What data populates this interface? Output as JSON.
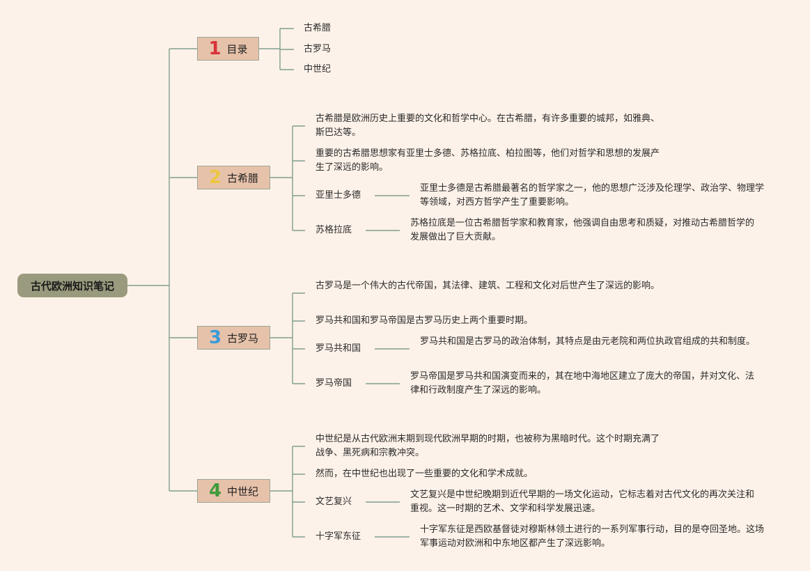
{
  "root": {
    "title": "古代欧洲知识笔记"
  },
  "colors": {
    "line": "#7f9e90",
    "num1": "#d8323a",
    "num2": "#ecc640",
    "num3": "#3a9bd8",
    "num4": "#3e9a3a"
  },
  "sections": {
    "toc": {
      "num": "1",
      "label": "目录",
      "items": [
        "古希腊",
        "古罗马",
        "中世纪"
      ]
    },
    "greece": {
      "num": "2",
      "label": "古希腊",
      "paras": [
        "古希腊是欧洲历史上重要的文化和哲学中心。在古希腊，有许多重要的城邦，如雅典、斯巴达等。",
        "重要的古希腊思想家有亚里士多德、苏格拉底、柏拉图等，他们对哲学和思想的发展产生了深远的影响。"
      ],
      "subs": [
        {
          "label": "亚里士多德",
          "desc": "亚里士多德是古希腊最著名的哲学家之一，他的思想广泛涉及伦理学、政治学、物理学等领域，对西方哲学产生了重要影响。"
        },
        {
          "label": "苏格拉底",
          "desc": "苏格拉底是一位古希腊哲学家和教育家，他强调自由思考和质疑，对推动古希腊哲学的发展做出了巨大贡献。"
        }
      ]
    },
    "rome": {
      "num": "3",
      "label": "古罗马",
      "paras": [
        "古罗马是一个伟大的古代帝国，其法律、建筑、工程和文化对后世产生了深远的影响。",
        "罗马共和国和罗马帝国是古罗马历史上两个重要时期。"
      ],
      "subs": [
        {
          "label": "罗马共和国",
          "desc": "罗马共和国是古罗马的政治体制，其特点是由元老院和两位执政官组成的共和制度。"
        },
        {
          "label": "罗马帝国",
          "desc": "罗马帝国是罗马共和国演变而来的，其在地中海地区建立了庞大的帝国，并对文化、法律和行政制度产生了深远的影响。"
        }
      ]
    },
    "middle": {
      "num": "4",
      "label": "中世纪",
      "paras": [
        "中世纪是从古代欧洲末期到现代欧洲早期的时期，也被称为黑暗时代。这个时期充满了战争、黑死病和宗教冲突。",
        "然而，在中世纪也出现了一些重要的文化和学术成就。"
      ],
      "subs": [
        {
          "label": "文艺复兴",
          "desc": "文艺复兴是中世纪晚期到近代早期的一场文化运动，它标志着对古代文化的再次关注和重视。这一时期的艺术、文学和科学发展迅速。"
        },
        {
          "label": "十字军东征",
          "desc": "十字军东征是西欧基督徒对穆斯林领土进行的一系列军事行动，目的是夺回圣地。这场军事运动对欧洲和中东地区都产生了深远影响。"
        }
      ]
    }
  }
}
